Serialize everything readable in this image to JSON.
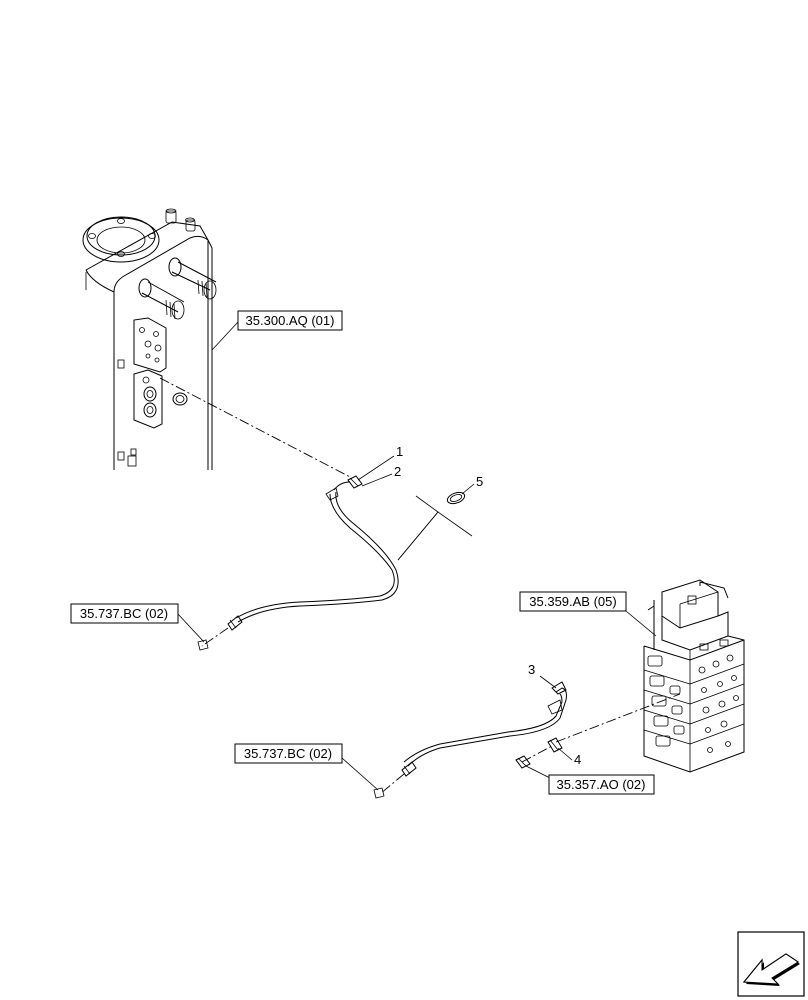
{
  "references": {
    "tank_ref": "35.300.AQ (01)",
    "upper_hose_ref": "35.737.BC (02)",
    "valve_ref": "35.359.AB (05)",
    "lower_hose_ref": "35.737.BC (02)",
    "fitting_ref": "35.357.AO (02)"
  },
  "callouts": {
    "item_1": "1",
    "item_2": "2",
    "item_3": "3",
    "item_4": "4",
    "item_5": "5"
  },
  "navigation": {
    "icon": "arrow-left-icon"
  }
}
